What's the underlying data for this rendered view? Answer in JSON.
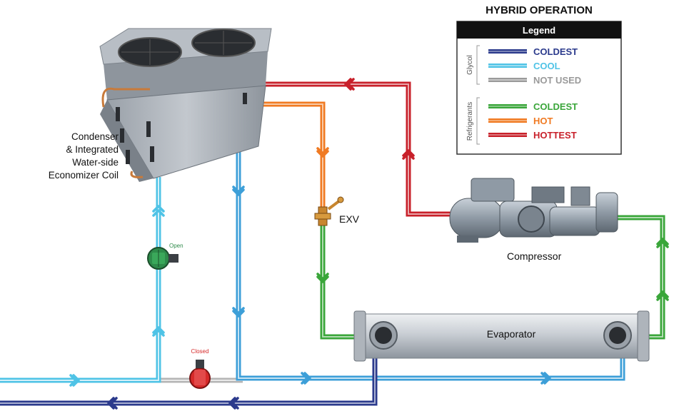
{
  "title": "HYBRID OPERATION",
  "legend": {
    "header": "Legend",
    "groups": [
      {
        "name": "Glycol",
        "items": [
          {
            "label": "COLDEST",
            "color": "#2b3a8c"
          },
          {
            "label": "COOL",
            "color": "#4fc3e6"
          },
          {
            "label": "NOT USED",
            "color": "#9a9a9a"
          }
        ]
      },
      {
        "name": "Refrigerants",
        "items": [
          {
            "label": "COLDEST",
            "color": "#3aa63a"
          },
          {
            "label": "HOT",
            "color": "#f07a22"
          },
          {
            "label": "HOTTEST",
            "color": "#c8202a"
          }
        ]
      }
    ]
  },
  "components": {
    "condenser_lines": [
      "Condenser",
      "& Integrated",
      "Water-side",
      "Economizer Coil"
    ],
    "compressor": "Compressor",
    "evaporator": "Evaporator",
    "exv": "EXV",
    "valve_open": "Open",
    "valve_closed": "Closed"
  },
  "colors": {
    "glycol_coldest": "#2b3a8c",
    "glycol_cool": "#4fc3e6",
    "not_used": "#b5b5b5",
    "ref_coldest": "#3aa63a",
    "ref_hot": "#f07a22",
    "ref_hottest": "#c8202a",
    "equipment": "#aab2bc",
    "valve_green": "#2e8b4a",
    "valve_red": "#d62a2a"
  }
}
